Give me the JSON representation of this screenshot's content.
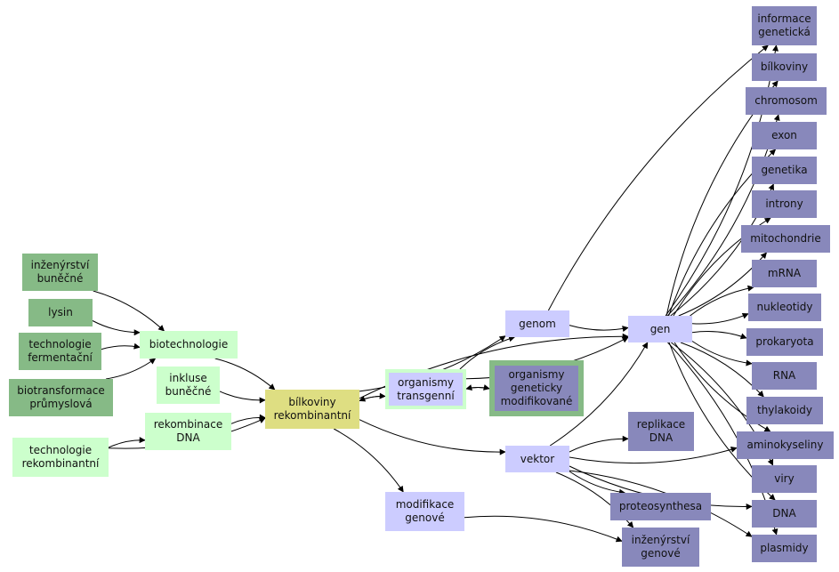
{
  "colors": {
    "dark_green": "#86ba86",
    "light_green": "#ccffcc",
    "yellow": "#dede82",
    "light_purple": "#ccccff",
    "dark_purple": "#8888bb",
    "edge": "#000000"
  },
  "nodes": {
    "inzenyrstvi_bunecne": {
      "label": "inženýrství\nbuněčné",
      "style": "dark_green"
    },
    "lysin": {
      "label": "lysin",
      "style": "dark_green"
    },
    "technologie_fermentacni": {
      "label": "technologie\nfermentační",
      "style": "dark_green"
    },
    "biotransformace_prumyslova": {
      "label": "biotransformace\nprůmyslová",
      "style": "dark_green"
    },
    "biotechnologie": {
      "label": "biotechnologie",
      "style": "light_green"
    },
    "inkluse_bunecne": {
      "label": "inkluse\nbuněčné",
      "style": "light_green"
    },
    "rekombinace_dna": {
      "label": "rekombinace\nDNA",
      "style": "light_green"
    },
    "technologie_rekombinantni": {
      "label": "technologie\nrekombinantní",
      "style": "light_green"
    },
    "bilkoviny_rekombinantni": {
      "label": "bílkoviny\nrekombinantní",
      "style": "yellow"
    },
    "organismy_transgenni": {
      "label": "organismy\ntransgenní",
      "style": "light_purple_framed"
    },
    "organismy_geneticky_modifikovane": {
      "label": "organismy\ngeneticky\nmodifikované",
      "style": "dark_purple_framed"
    },
    "genom": {
      "label": "genom",
      "style": "light_purple"
    },
    "gen": {
      "label": "gen",
      "style": "light_purple"
    },
    "vektor": {
      "label": "vektor",
      "style": "light_purple"
    },
    "modifikace_genove": {
      "label": "modifikace\ngenové",
      "style": "light_purple"
    },
    "replikace_dna": {
      "label": "replikace\nDNA",
      "style": "dark_purple"
    },
    "proteosynthesa": {
      "label": "proteosynthesa",
      "style": "dark_purple"
    },
    "inzenyrstvi_genove": {
      "label": "inženýrství\ngenové",
      "style": "dark_purple"
    },
    "informace_geneticka": {
      "label": "informace\ngenetická",
      "style": "dark_purple"
    },
    "bilkoviny": {
      "label": "bílkoviny",
      "style": "dark_purple"
    },
    "chromosom": {
      "label": "chromosom",
      "style": "dark_purple"
    },
    "exon": {
      "label": "exon",
      "style": "dark_purple"
    },
    "genetika": {
      "label": "genetika",
      "style": "dark_purple"
    },
    "introny": {
      "label": "introny",
      "style": "dark_purple"
    },
    "mitochondrie": {
      "label": "mitochondrie",
      "style": "dark_purple"
    },
    "mrna": {
      "label": "mRNA",
      "style": "dark_purple"
    },
    "nukleotidy": {
      "label": "nukleotidy",
      "style": "dark_purple"
    },
    "prokaryota": {
      "label": "prokaryota",
      "style": "dark_purple"
    },
    "rna": {
      "label": "RNA",
      "style": "dark_purple"
    },
    "thylakoidy": {
      "label": "thylakoidy",
      "style": "dark_purple"
    },
    "aminokyseliny": {
      "label": "aminokyseliny",
      "style": "dark_purple"
    },
    "viry": {
      "label": "viry",
      "style": "dark_purple"
    },
    "dna": {
      "label": "DNA",
      "style": "dark_purple"
    },
    "plasmidy": {
      "label": "plasmidy",
      "style": "dark_purple"
    }
  },
  "edges": [
    [
      "inzenyrstvi_bunecne",
      "biotechnologie"
    ],
    [
      "lysin",
      "biotechnologie"
    ],
    [
      "technologie_fermentacni",
      "biotechnologie"
    ],
    [
      "biotransformace_prumyslova",
      "biotechnologie"
    ],
    [
      "technologie_rekombinantni",
      "rekombinace_dna"
    ],
    [
      "technologie_rekombinantni",
      "bilkoviny_rekombinantni"
    ],
    [
      "biotechnologie",
      "bilkoviny_rekombinantni"
    ],
    [
      "inkluse_bunecne",
      "bilkoviny_rekombinantni"
    ],
    [
      "rekombinace_dna",
      "bilkoviny_rekombinantni"
    ],
    [
      "bilkoviny_rekombinantni",
      "genom"
    ],
    [
      "bilkoviny_rekombinantni",
      "organismy_transgenni"
    ],
    [
      "organismy_transgenni",
      "bilkoviny_rekombinantni"
    ],
    [
      "organismy_transgenni",
      "organismy_geneticky_modifikovane"
    ],
    [
      "organismy_geneticky_modifikovane",
      "organismy_transgenni"
    ],
    [
      "organismy_transgenni",
      "genom"
    ],
    [
      "organismy_transgenni",
      "gen"
    ],
    [
      "bilkoviny_rekombinantni",
      "gen"
    ],
    [
      "bilkoviny_rekombinantni",
      "vektor"
    ],
    [
      "bilkoviny_rekombinantni",
      "modifikace_genove"
    ],
    [
      "genom",
      "gen"
    ],
    [
      "genom",
      "informace_geneticka"
    ],
    [
      "vektor",
      "gen"
    ],
    [
      "vektor",
      "replikace_dna"
    ],
    [
      "vektor",
      "proteosynthesa"
    ],
    [
      "vektor",
      "inzenyrstvi_genove"
    ],
    [
      "vektor",
      "dna"
    ],
    [
      "vektor",
      "plasmidy"
    ],
    [
      "vektor",
      "aminokyseliny"
    ],
    [
      "modifikace_genove",
      "inzenyrstvi_genove"
    ],
    [
      "gen",
      "informace_geneticka"
    ],
    [
      "gen",
      "bilkoviny"
    ],
    [
      "gen",
      "chromosom"
    ],
    [
      "gen",
      "exon"
    ],
    [
      "gen",
      "genetika"
    ],
    [
      "gen",
      "introny"
    ],
    [
      "gen",
      "mitochondrie"
    ],
    [
      "gen",
      "mrna"
    ],
    [
      "gen",
      "nukleotidy"
    ],
    [
      "gen",
      "prokaryota"
    ],
    [
      "gen",
      "rna"
    ],
    [
      "gen",
      "thylakoidy"
    ],
    [
      "gen",
      "aminokyseliny"
    ],
    [
      "gen",
      "viry"
    ],
    [
      "gen",
      "dna"
    ],
    [
      "gen",
      "plasmidy"
    ]
  ]
}
